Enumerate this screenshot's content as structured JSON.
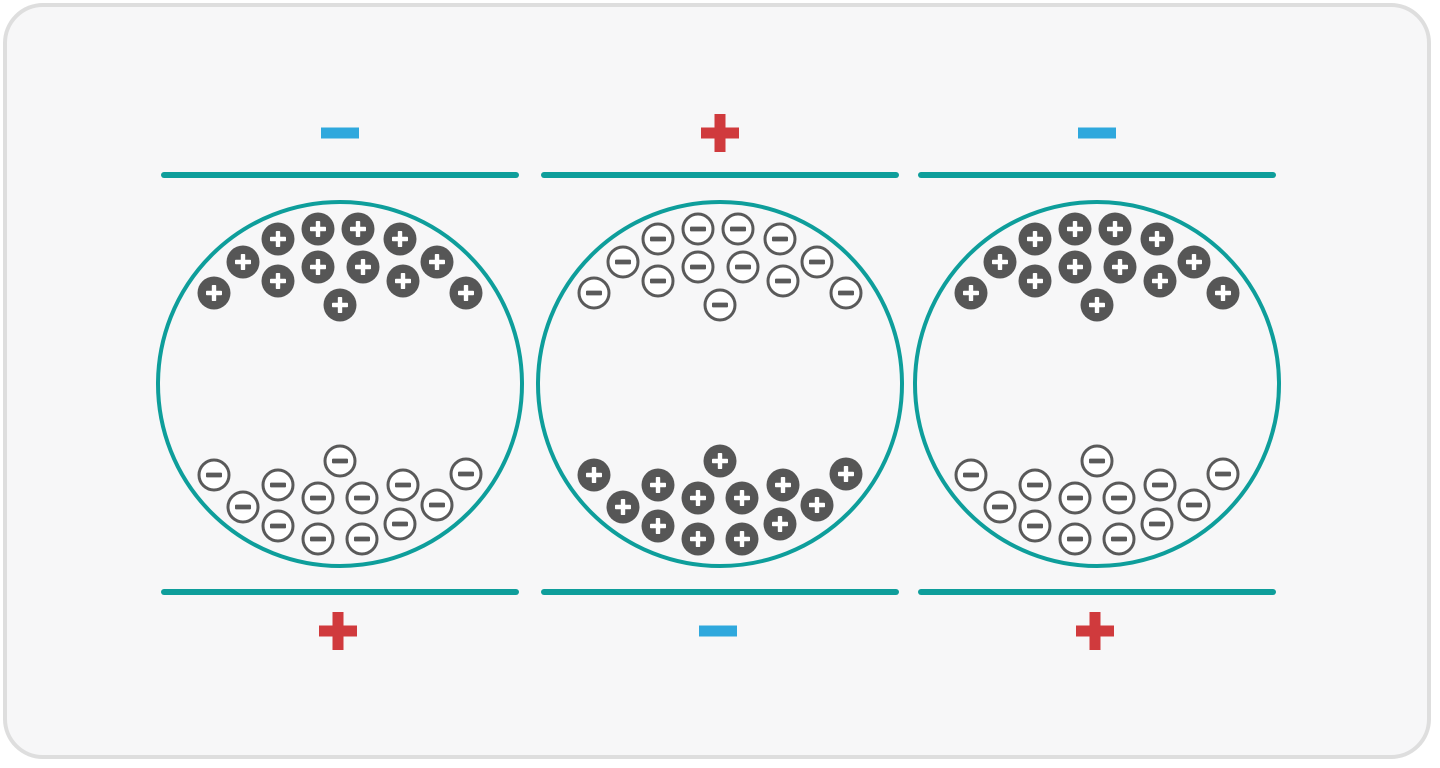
{
  "colors": {
    "background": "#f7f7f8",
    "frame_border": "#dedede",
    "plate": "#0e9e9b",
    "positive_sign": "#d03a3d",
    "negative_sign": "#2fa8dd",
    "positive_particle_fill": "#565656",
    "negative_particle_stroke": "#5a5a5a"
  },
  "icons": {
    "positive": "plus-sign-icon",
    "negative": "minus-sign-icon",
    "positive_particle": "positive-charge-icon",
    "negative_particle": "negative-charge-icon"
  },
  "panels": [
    {
      "top_plate_polarity": "negative",
      "bottom_plate_polarity": "positive",
      "upper_cluster": "positive",
      "lower_cluster": "negative"
    },
    {
      "top_plate_polarity": "positive",
      "bottom_plate_polarity": "negative",
      "upper_cluster": "negative",
      "lower_cluster": "positive"
    },
    {
      "top_plate_polarity": "negative",
      "bottom_plate_polarity": "positive",
      "upper_cluster": "positive",
      "lower_cluster": "negative"
    }
  ]
}
